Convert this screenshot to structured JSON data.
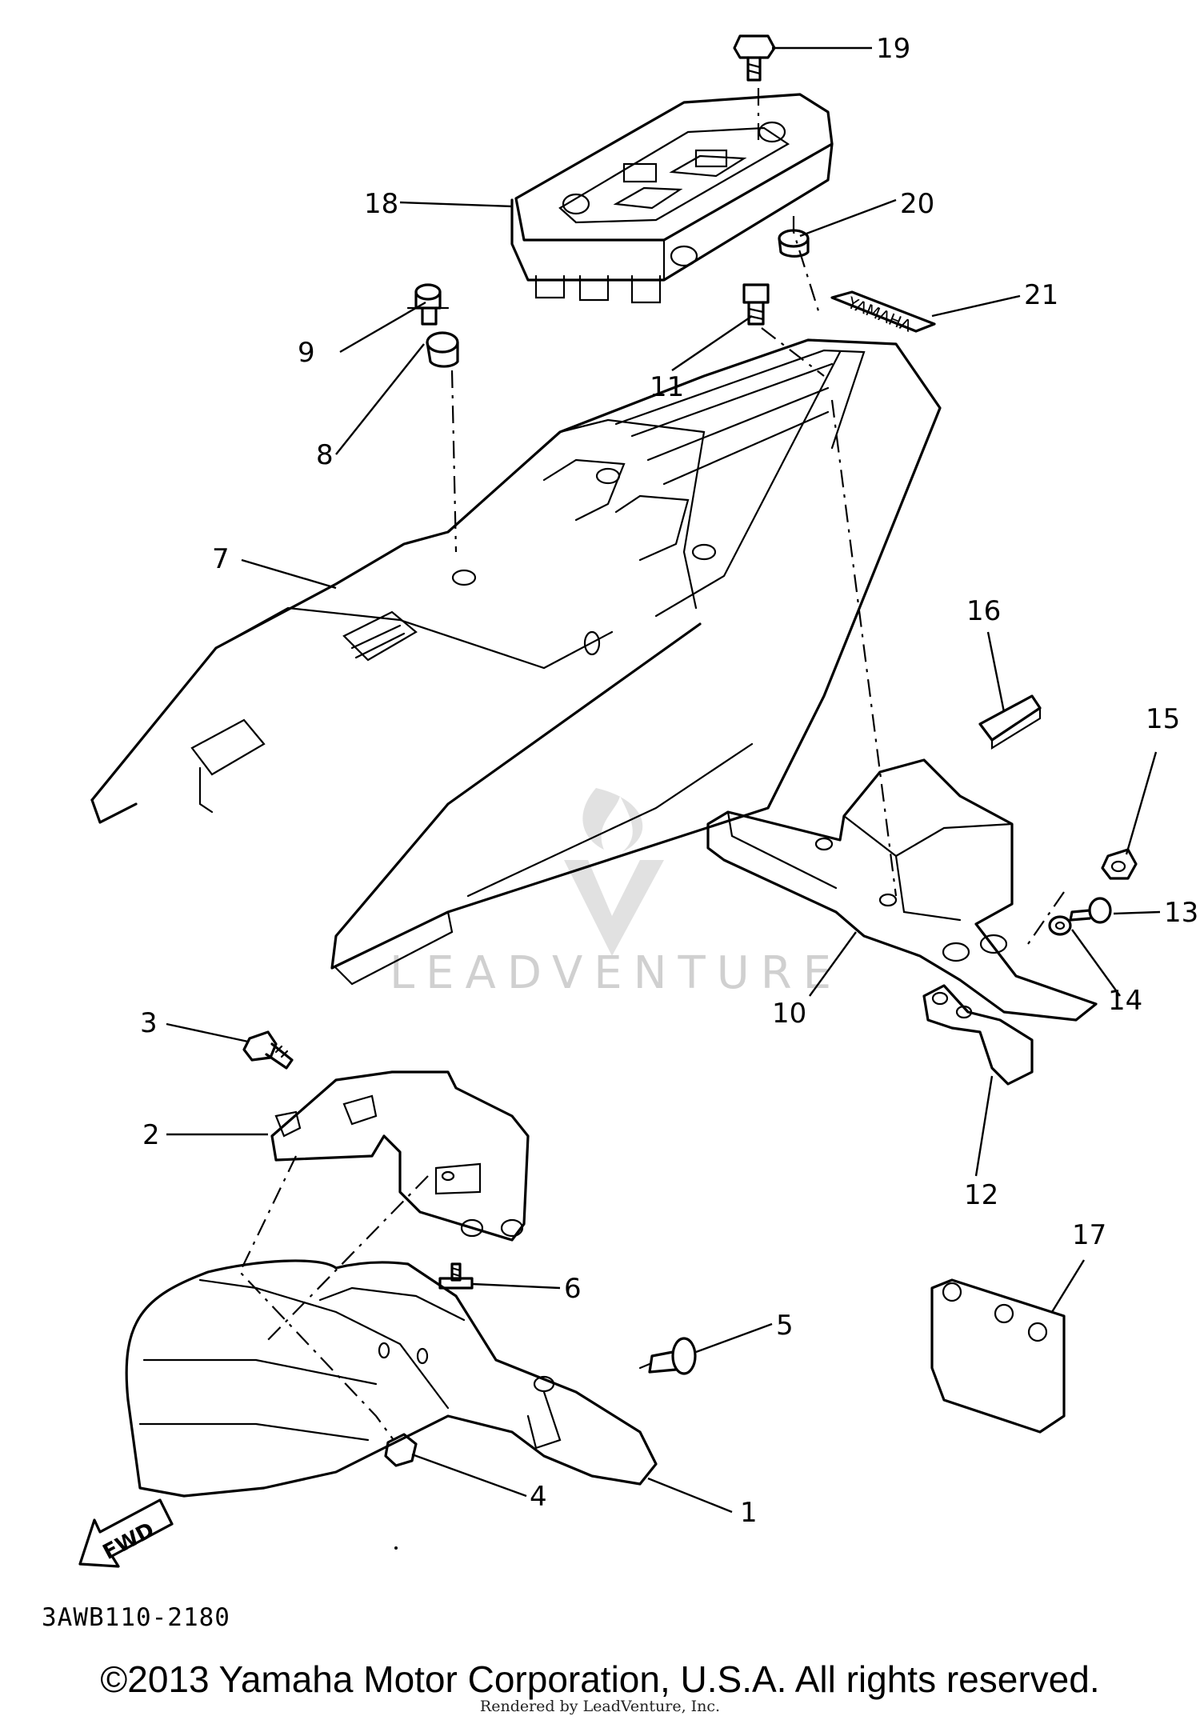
{
  "diagram": {
    "callouts": [
      "1",
      "2",
      "3",
      "4",
      "5",
      "6",
      "7",
      "8",
      "9",
      "10",
      "11",
      "12",
      "13",
      "14",
      "15",
      "16",
      "17",
      "18",
      "19",
      "20",
      "21"
    ],
    "fwd_label": "FWD",
    "decal_text": "YAMAHA",
    "watermark_text": "LEADVENTURE",
    "diagram_code": "3AWB110-2180",
    "copyright": "©2013 Yamaha Motor Corporation, U.S.A. All rights reserved.",
    "rendered_by": "Rendered by LeadVenture, Inc."
  }
}
